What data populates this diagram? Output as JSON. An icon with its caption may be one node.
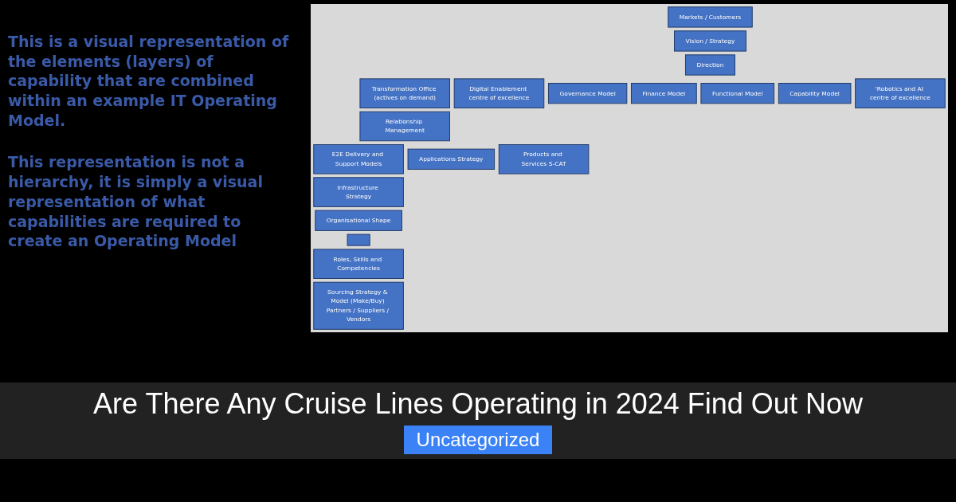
{
  "diagram": {
    "title": "Are There Any Cruise Lines Operating in 2024 Find Out Now",
    "nodes": [
      {
        "text": [
          "Markets / Customers"
        ]
      },
      {
        "text": [
          "Vision / Strategy"
        ]
      },
      {
        "text": [
          "Direction"
        ]
      },
      {
        "text": [
          "Transformation Office (actives on demand)"
        ]
      },
      {
        "text": [
          "Digital Enablement centre of excellence"
        ]
      },
      {
        "text": [
          "Governance Model"
        ]
      },
      {
        "text": [
          "Finance Model"
        ]
      },
      {
        "text": [
          "Functional Model"
        ]
      },
      {
        "text": [
          "Capability Model"
        ]
      },
      {
        "text": [
          "Relationship Management"
        ]
      },
      {
        "text": [
          "E2E Delivery and Support Models"
        ]
      },
      {
        "text": [
          "Applications Strategy"
        ]
      },
      {
        "text": [
          "Infrastructure Strategy"
        ]
      },
      {
        "text": [
          "Products and Services S-CAT"
        ]
      },
      {
        "text": [
          "Organisational Shape"
        ]
      },
      {
        "text": [],
        "shape": "bar"
      },
      {
        "text": [
          "Roles, Skills and Competencies"
        ]
      },
      {
        "text": [
          "'Robotics and AI centre of excellence"
        ]
      },
      {
        "text": [
          "Sourcing Strategy & Model (Make/Buy) Partners / Suppliers / Vendors"
        ]
      }
    ],
    "edges": [],
    "labels": [
      "This is a visual representation of the elements (layers) of capability that are combined within an example IT Operating Model.",
      "This representation is not a hierarchy, it is simply a visual representation of what capabilities are required to create an Operating Model",
      "Uncategorized"
    ]
  }
}
